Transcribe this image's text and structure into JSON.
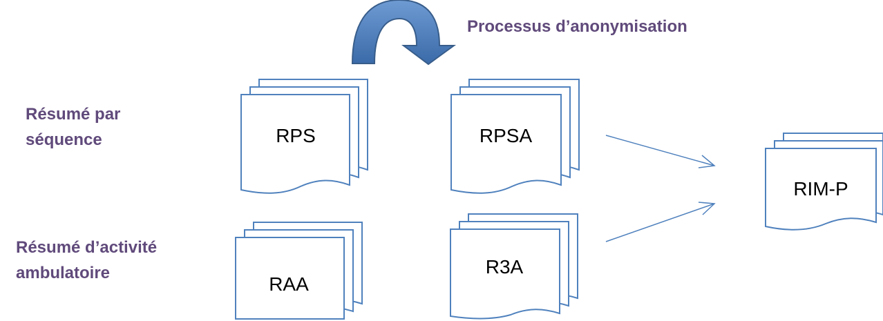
{
  "labels": {
    "process": "Processus d’anonymisation",
    "rps_line1": "Résumé par",
    "rps_line2": "séquence",
    "raa_line1": "Résumé d’activité",
    "raa_line2": "ambulatoire"
  },
  "documents": {
    "rps": "RPS",
    "rpsa": "RPSA",
    "raa": "RAA",
    "r3a": "R3A",
    "rimp": "RIM-P"
  },
  "colors": {
    "label": "#604a7b",
    "doc_stroke": "#4f81bd",
    "arrow": "#4f81bd",
    "curved_arrow_fill": "#4f81bd",
    "curved_arrow_stroke": "#385d8a"
  },
  "icons": {
    "curved_arrow": "curved-arrow-icon"
  }
}
